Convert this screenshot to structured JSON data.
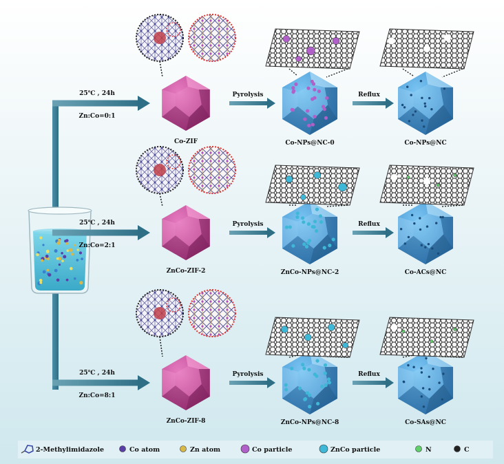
{
  "rows": [
    {
      "temp_time": "25℃ , 24h",
      "ratio": "Zn:Co=0:1",
      "precursor": "Co-ZIF",
      "step1": "Pyrolysis",
      "intermediate": "Co-NPs@NC-0",
      "step2": "Reflux",
      "product": "Co-NPs@NC"
    },
    {
      "temp_time": "25℃ , 24h",
      "ratio": "Zn:Co=2:1",
      "precursor": "ZnCo-ZIF-2",
      "step1": "Pyrolysis",
      "intermediate": "ZnCo-NPs@NC-2",
      "step2": "Reflux",
      "product": "Co-ACs@NC"
    },
    {
      "temp_time": "25℃ , 24h",
      "ratio": "Zn:Co=8:1",
      "precursor": "ZnCo-ZIF-8",
      "step1": "Pyrolysis",
      "intermediate": "ZnCo-NPs@NC-8",
      "step2": "Reflux",
      "product": "Co-SAs@NC"
    }
  ],
  "legend": [
    {
      "label": "2-Methylimidazole",
      "icon": "methylimidazole-icon"
    },
    {
      "label": "Co atom",
      "icon": "co-atom-icon",
      "color": "#5a3fa8"
    },
    {
      "label": "Zn atom",
      "icon": "zn-atom-icon",
      "color": "#d9b84a"
    },
    {
      "label": "Co particle",
      "icon": "co-particle-icon",
      "color": "#b060c8"
    },
    {
      "label": "ZnCo particle",
      "icon": "znco-particle-icon",
      "color": "#3fb8d8"
    },
    {
      "label": "N",
      "icon": "n-atom-icon",
      "color": "#5fd06a"
    },
    {
      "label": "C",
      "icon": "c-atom-icon",
      "color": "#222222"
    }
  ],
  "colors": {
    "zif_crystal": "#c8479a",
    "carbon_crystal": "#3f94d6",
    "arrow": "#3a7f96",
    "beaker_liquid": "#56c4dc"
  }
}
